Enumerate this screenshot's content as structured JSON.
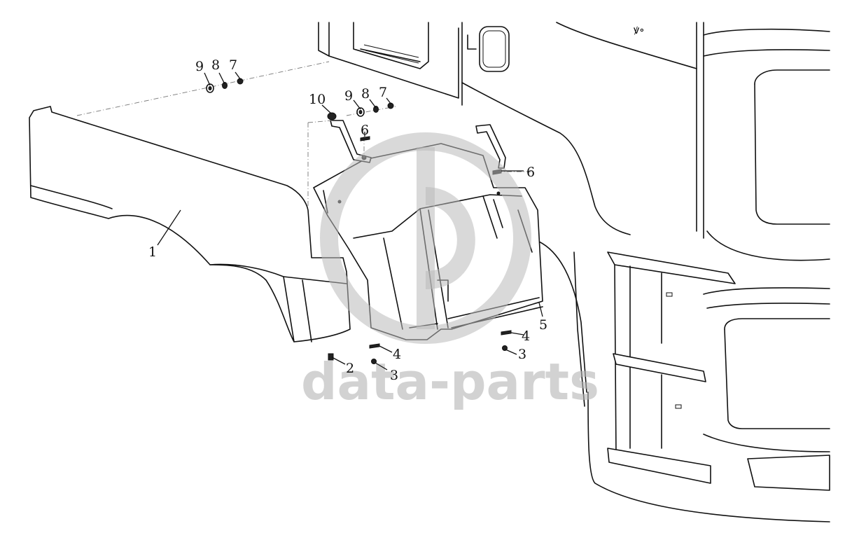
{
  "diagram": {
    "watermark": {
      "text": "data-parts"
    },
    "callouts": [
      {
        "id": "c1",
        "label": "1"
      },
      {
        "id": "c2",
        "label": "2"
      },
      {
        "id": "c3a",
        "label": "3"
      },
      {
        "id": "c3b",
        "label": "3"
      },
      {
        "id": "c4a",
        "label": "4"
      },
      {
        "id": "c4b",
        "label": "4"
      },
      {
        "id": "c5",
        "label": "5"
      },
      {
        "id": "c6a",
        "label": "6"
      },
      {
        "id": "c6b",
        "label": "6"
      },
      {
        "id": "c7a",
        "label": "7"
      },
      {
        "id": "c7b",
        "label": "7"
      },
      {
        "id": "c8a",
        "label": "8"
      },
      {
        "id": "c8b",
        "label": "8"
      },
      {
        "id": "c9a",
        "label": "9"
      },
      {
        "id": "c9b",
        "label": "9"
      },
      {
        "id": "c10",
        "label": "10"
      }
    ]
  }
}
